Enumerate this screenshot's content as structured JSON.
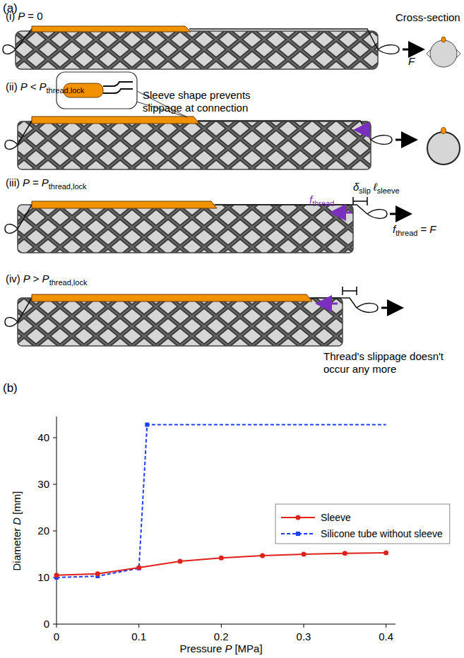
{
  "diagram": {
    "labels": [
      "(a)",
      "(i)",
      "P",
      "= 0",
      "Cross-section",
      "F",
      "(ii)",
      "P",
      "<",
      "P",
      "thread,lock",
      "Sleeve shape prevents slippage at connection",
      "(iii)",
      "P",
      "=",
      "P",
      "thread,lock",
      "δ",
      "slip",
      "ℓ",
      "sleeve",
      "f",
      "thread",
      "f",
      "thread",
      "=",
      "F",
      "(iv)",
      "P",
      ">",
      "P",
      "thread,lock",
      "Thread's slippage doesn't occur any more",
      "(b)",
      "0",
      "10",
      "20",
      "30",
      "40",
      "Diameter",
      "D",
      "[mm]",
      "0",
      "0.1",
      "0.2",
      "0.3",
      "0.4",
      "Pressure",
      "P",
      "[MPa]"
    ],
    "legend": [
      {
        "text": "Sleeve"
      },
      {
        "text": "Silicone tube without sleeve"
      }
    ]
  }
}
